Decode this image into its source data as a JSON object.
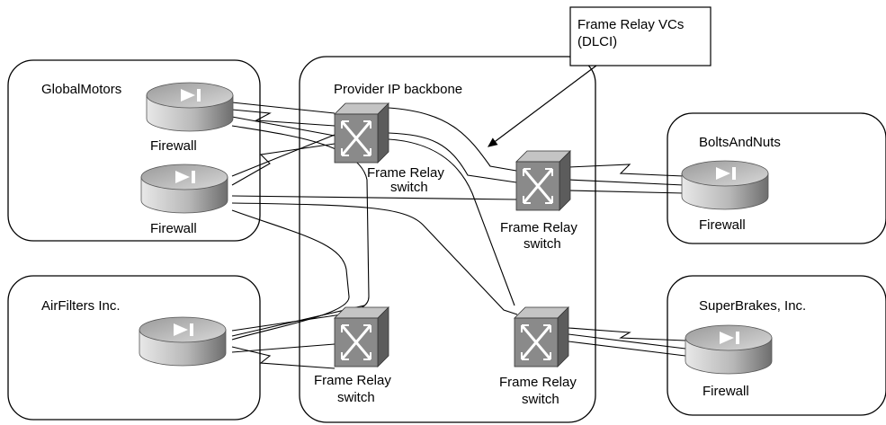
{
  "callout": {
    "line1": "Frame Relay VCs",
    "line2": "(DLCI)"
  },
  "backbone": {
    "title": "Provider IP backbone"
  },
  "sites": {
    "globalmotors": {
      "name": "GlobalMotors",
      "fw1_label": "Firewall",
      "fw2_label": "Firewall"
    },
    "airfilters": {
      "name": "AirFilters Inc."
    },
    "boltsandnuts": {
      "name": "BoltsAndNuts",
      "fw_label": "Firewall"
    },
    "superbrakes": {
      "name": "SuperBrakes, Inc.",
      "fw_label": "Firewall"
    }
  },
  "switches": {
    "top": {
      "line1": "Frame Relay",
      "line2": "switch"
    },
    "mid": {
      "line1": "Frame Relay",
      "line2": "switch"
    },
    "botleft": {
      "line1": "Frame Relay",
      "line2": "switch"
    },
    "botright": {
      "line1": "Frame Relay",
      "line2": "switch"
    }
  },
  "colors": {
    "stroke": "#000000",
    "device_light": "#e4e4e4",
    "device_dark": "#8c8c8c",
    "switch_face": "#8a8a8a"
  },
  "icons": {
    "firewall": "firewall-icon",
    "switch": "frame-relay-switch-icon"
  }
}
